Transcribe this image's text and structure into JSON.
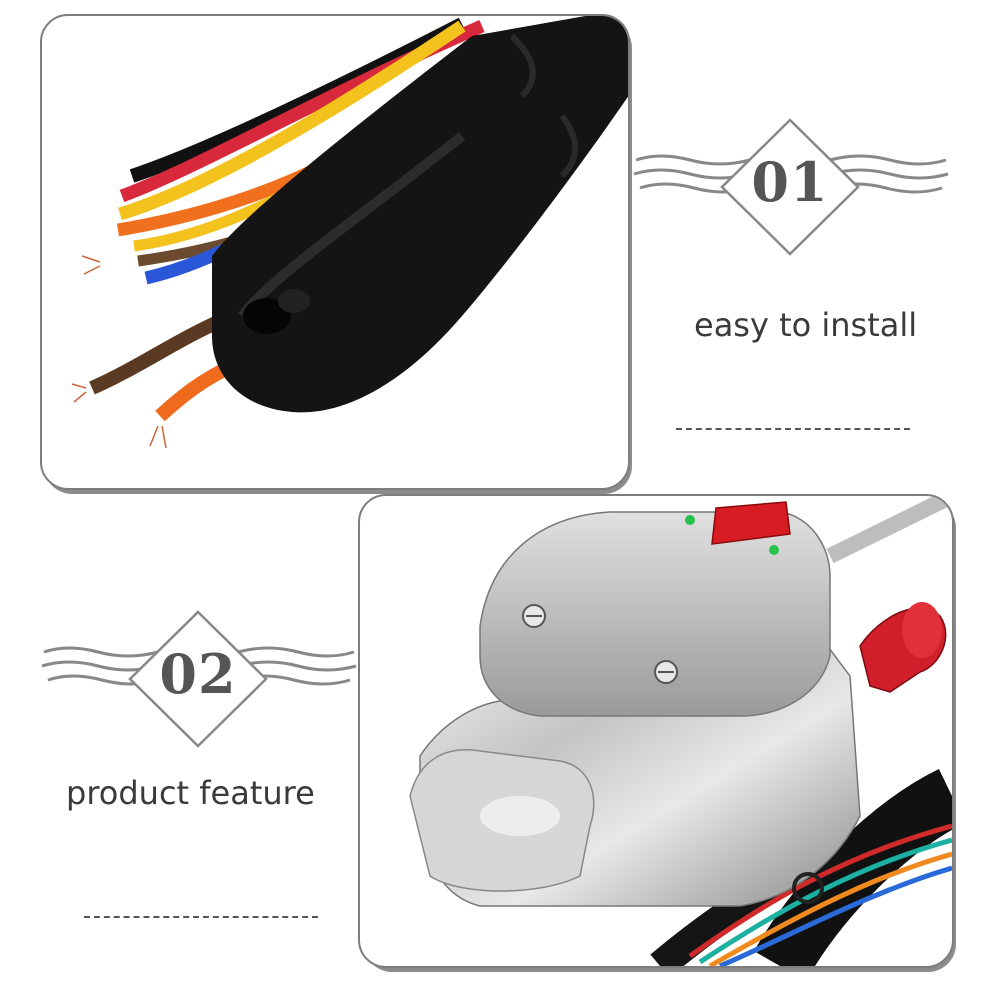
{
  "features": [
    {
      "number": "01",
      "caption": "easy to install"
    },
    {
      "number": "02",
      "caption": "product feature"
    }
  ],
  "colors": {
    "text": "#3a3a3a",
    "badge_stroke": "#888888",
    "panel_border": "#7d7d7d",
    "chrome": "#c9c9c9"
  },
  "images": [
    {
      "icon": "wiring-harness-photo"
    },
    {
      "icon": "turn-signal-switch-photo"
    }
  ]
}
